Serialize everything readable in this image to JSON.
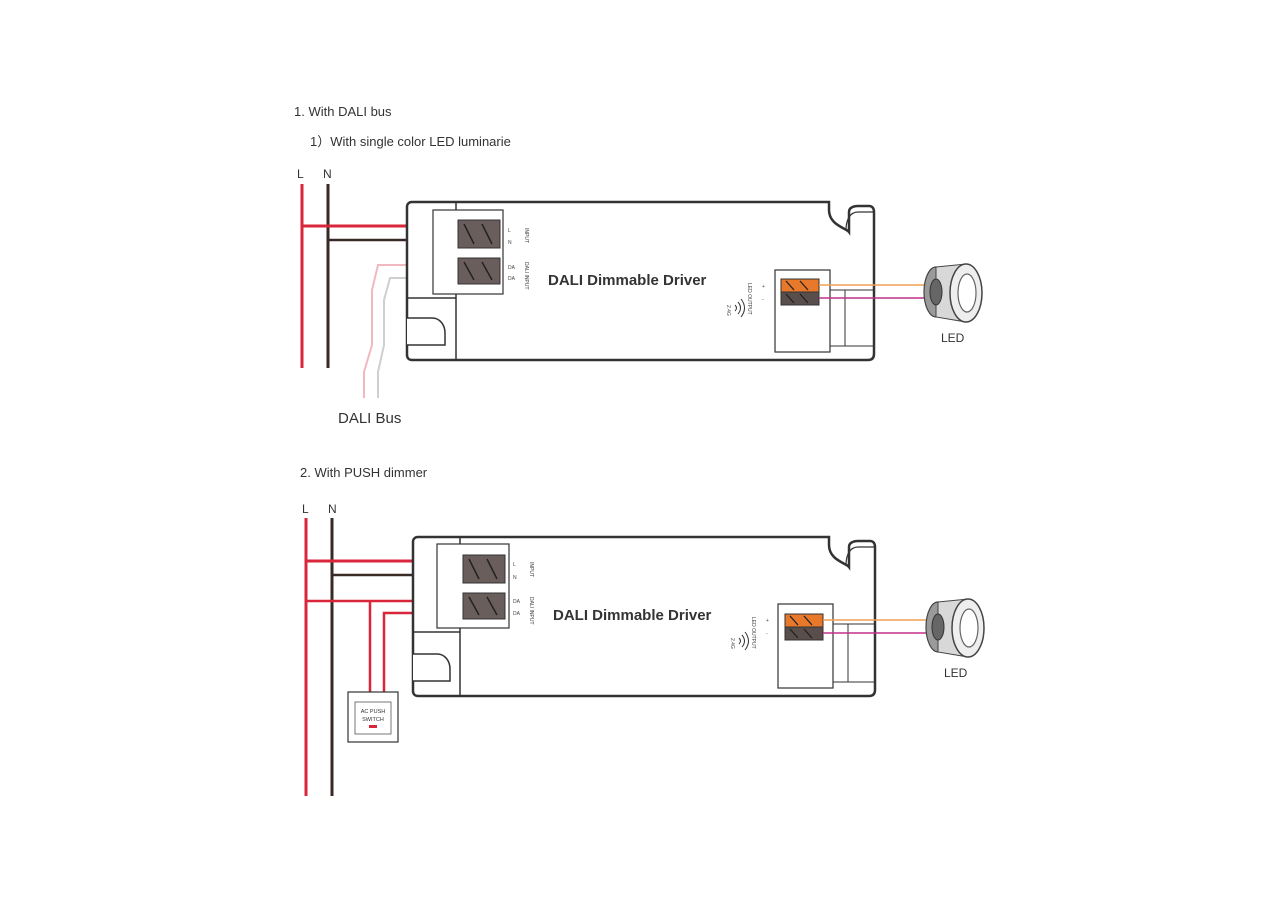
{
  "section1": {
    "heading": "1. With DALI bus",
    "subheading": "1）With single color LED luminarie",
    "line_label": "L",
    "neutral_label": "N",
    "driver_label": "DALI Dimmable Driver",
    "input_label": "INPUT",
    "input_terminals": [
      "L",
      "N"
    ],
    "dali_terminals": [
      "DA",
      "DA"
    ],
    "dali_port_label": "DALI INPUT",
    "output_label": "LED OUTPUT",
    "output_terminals": [
      "+",
      "-"
    ],
    "rf_label": "2.4G",
    "led_label": "LED",
    "bus_label": "DALI Bus"
  },
  "section2": {
    "heading": "2. With PUSH dimmer",
    "line_label": "L",
    "neutral_label": "N",
    "driver_label": "DALI Dimmable Driver",
    "input_label": "INPUT",
    "input_terminals": [
      "L",
      "N"
    ],
    "dali_terminals": [
      "DA",
      "DA"
    ],
    "dali_port_label": "DALI INPUT",
    "output_label": "LED OUTPUT",
    "output_terminals": [
      "+",
      "-"
    ],
    "rf_label": "2.4G",
    "led_label": "LED",
    "switch_line1": "AC PUSH",
    "switch_line2": "SWITCH"
  },
  "colors": {
    "line_wire": "#d9263a",
    "neutral_wire": "#3a2a26",
    "dali_wire_1": "#f2b8c2",
    "dali_wire_2": "#cfcfcf",
    "led_plus_wire": "#f0a050",
    "led_minus_wire": "#c0308a",
    "terminal_input": "#6a5e5c",
    "terminal_output_plus": "#e8782a",
    "terminal_output_minus": "#5a4e4c",
    "outline": "#333333"
  }
}
